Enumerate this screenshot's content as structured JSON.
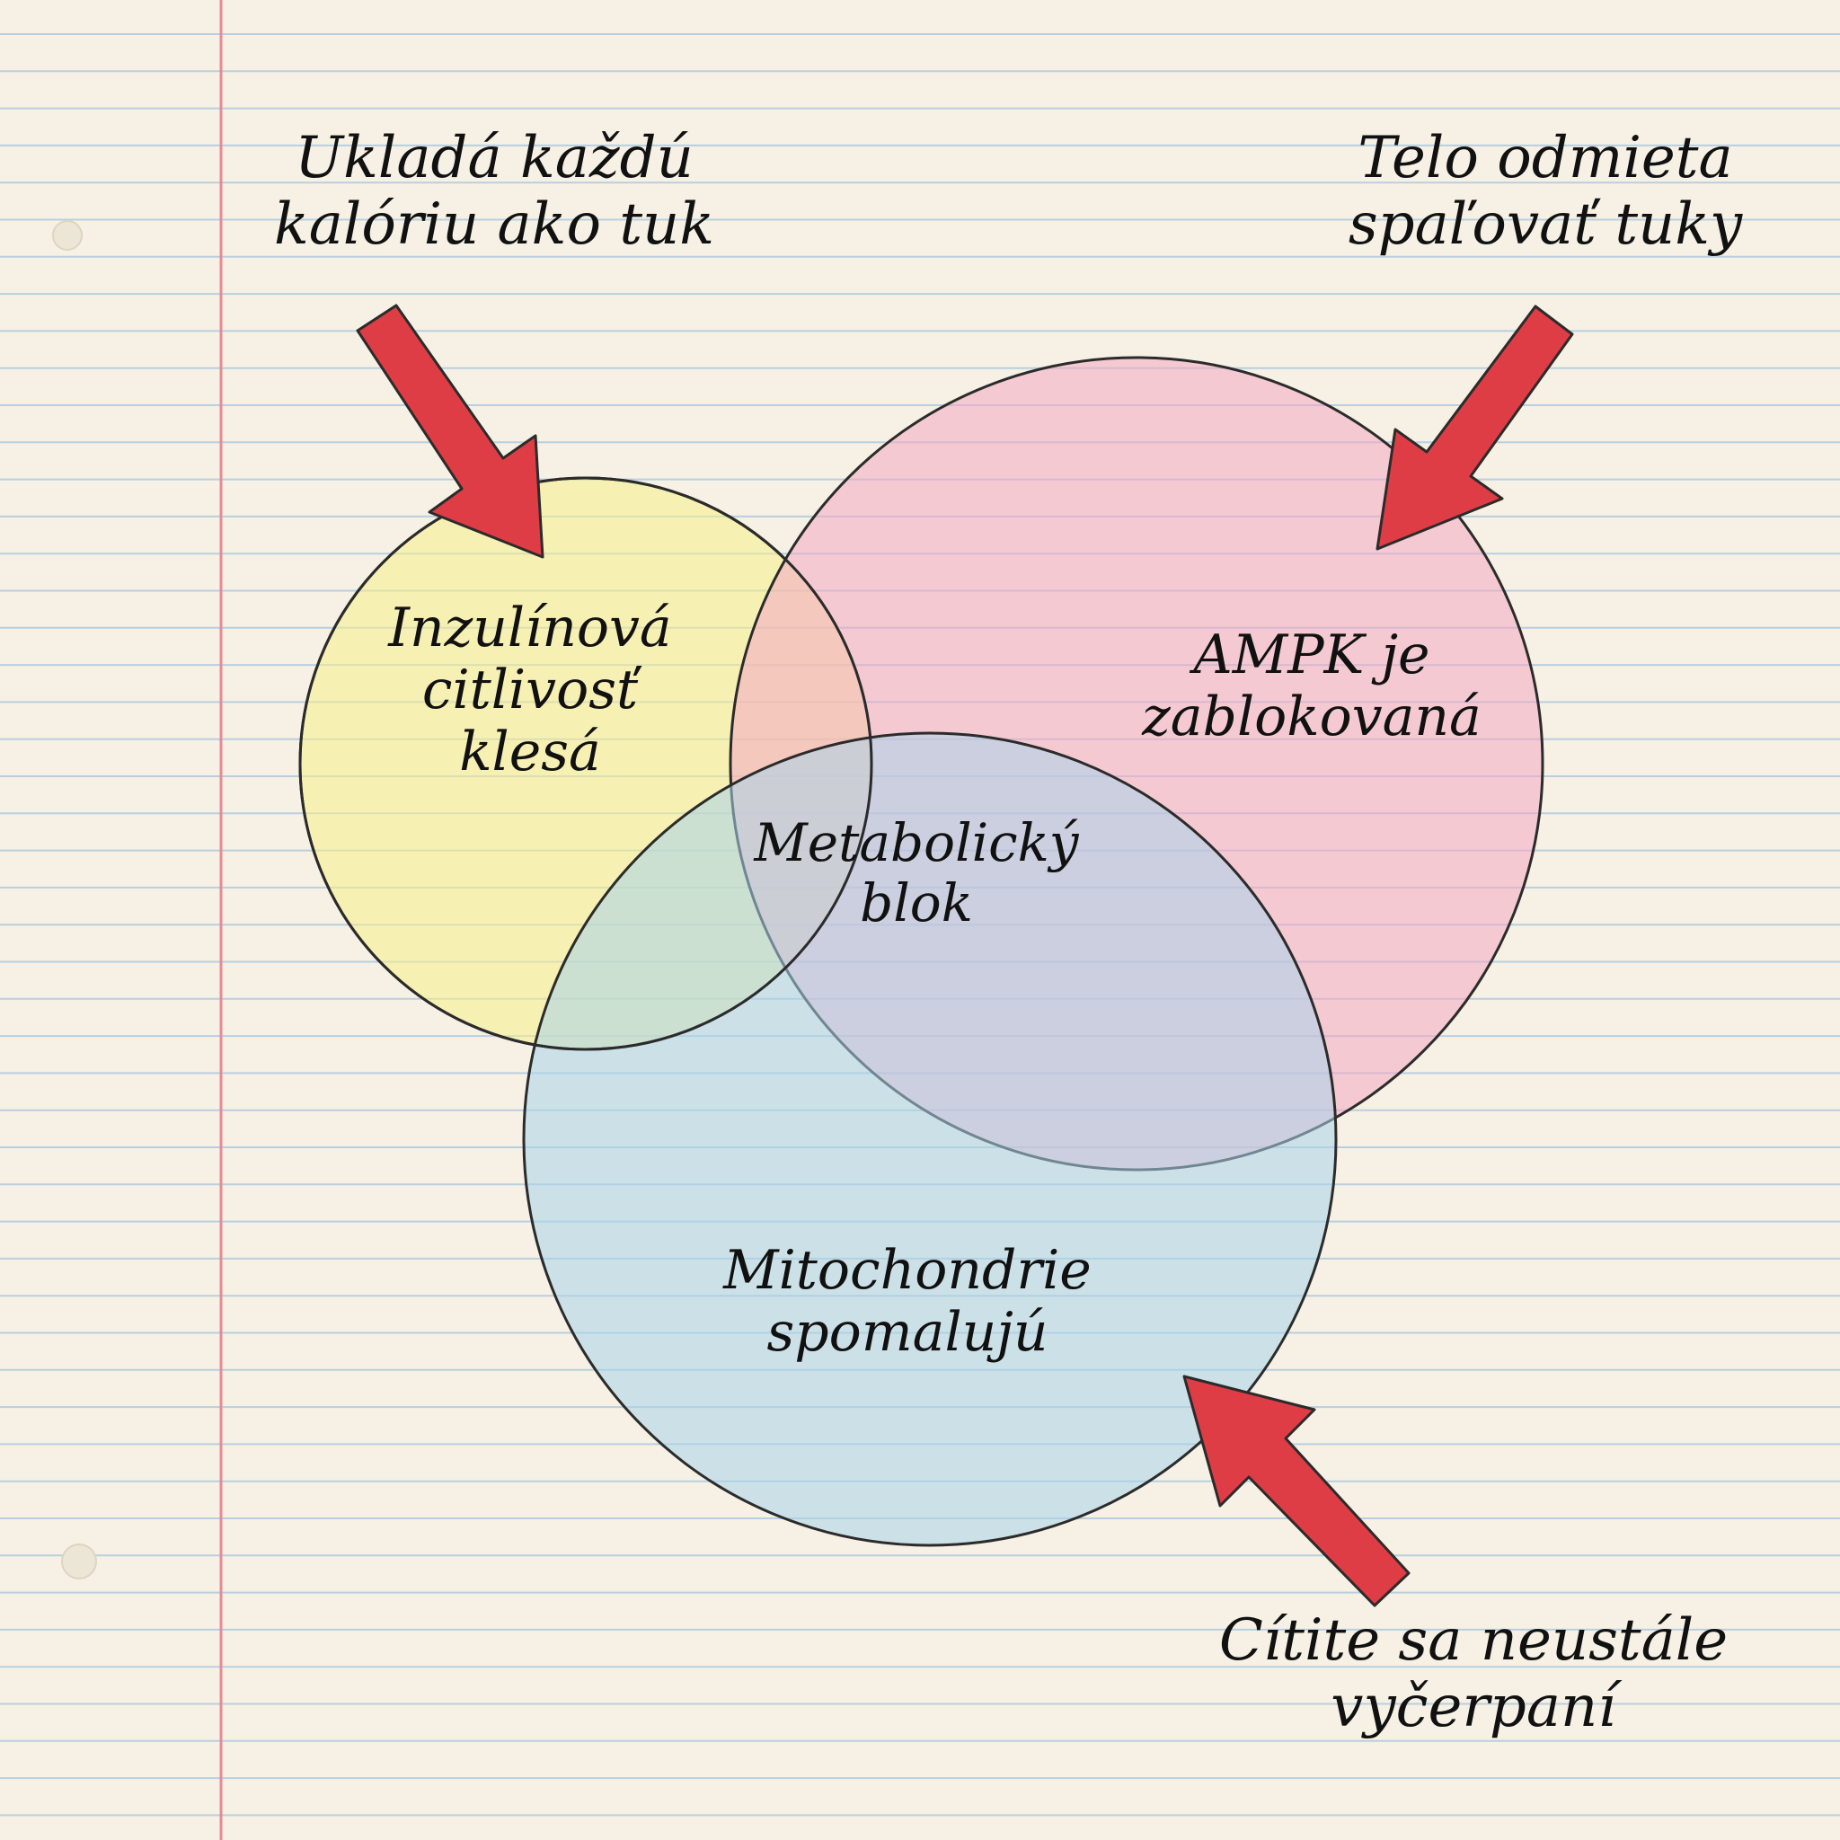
{
  "diagram": {
    "type": "venn",
    "sets": [
      {
        "label_lines": [
          "Inzulínová",
          "citlivosť",
          "klesá"
        ],
        "color": "#f7ee8a"
      },
      {
        "label_lines": [
          "AMPK je",
          "zablokovaná"
        ],
        "color": "#f3a8c2"
      },
      {
        "label_lines": [
          "Mitochondrie",
          "spomalujú"
        ],
        "color": "#a9d3ea"
      }
    ],
    "center": {
      "label_lines": [
        "Metabolický",
        "blok"
      ]
    }
  },
  "annotations": {
    "top_left": {
      "lines": [
        "Ukladá každú",
        "kalóriu ako tuk"
      ]
    },
    "top_right": {
      "lines": [
        "Telo odmieta",
        "spaľovať tuky"
      ]
    },
    "bottom_right": {
      "lines": [
        "Cítite sa neustále",
        "vyčerpaní"
      ]
    }
  },
  "colors": {
    "paper": "#f6f1e4",
    "ruled_line": "#b9cfe0",
    "margin_line": "#e58b95",
    "arrow": "#df3d45",
    "outline": "#2b2b2b"
  }
}
